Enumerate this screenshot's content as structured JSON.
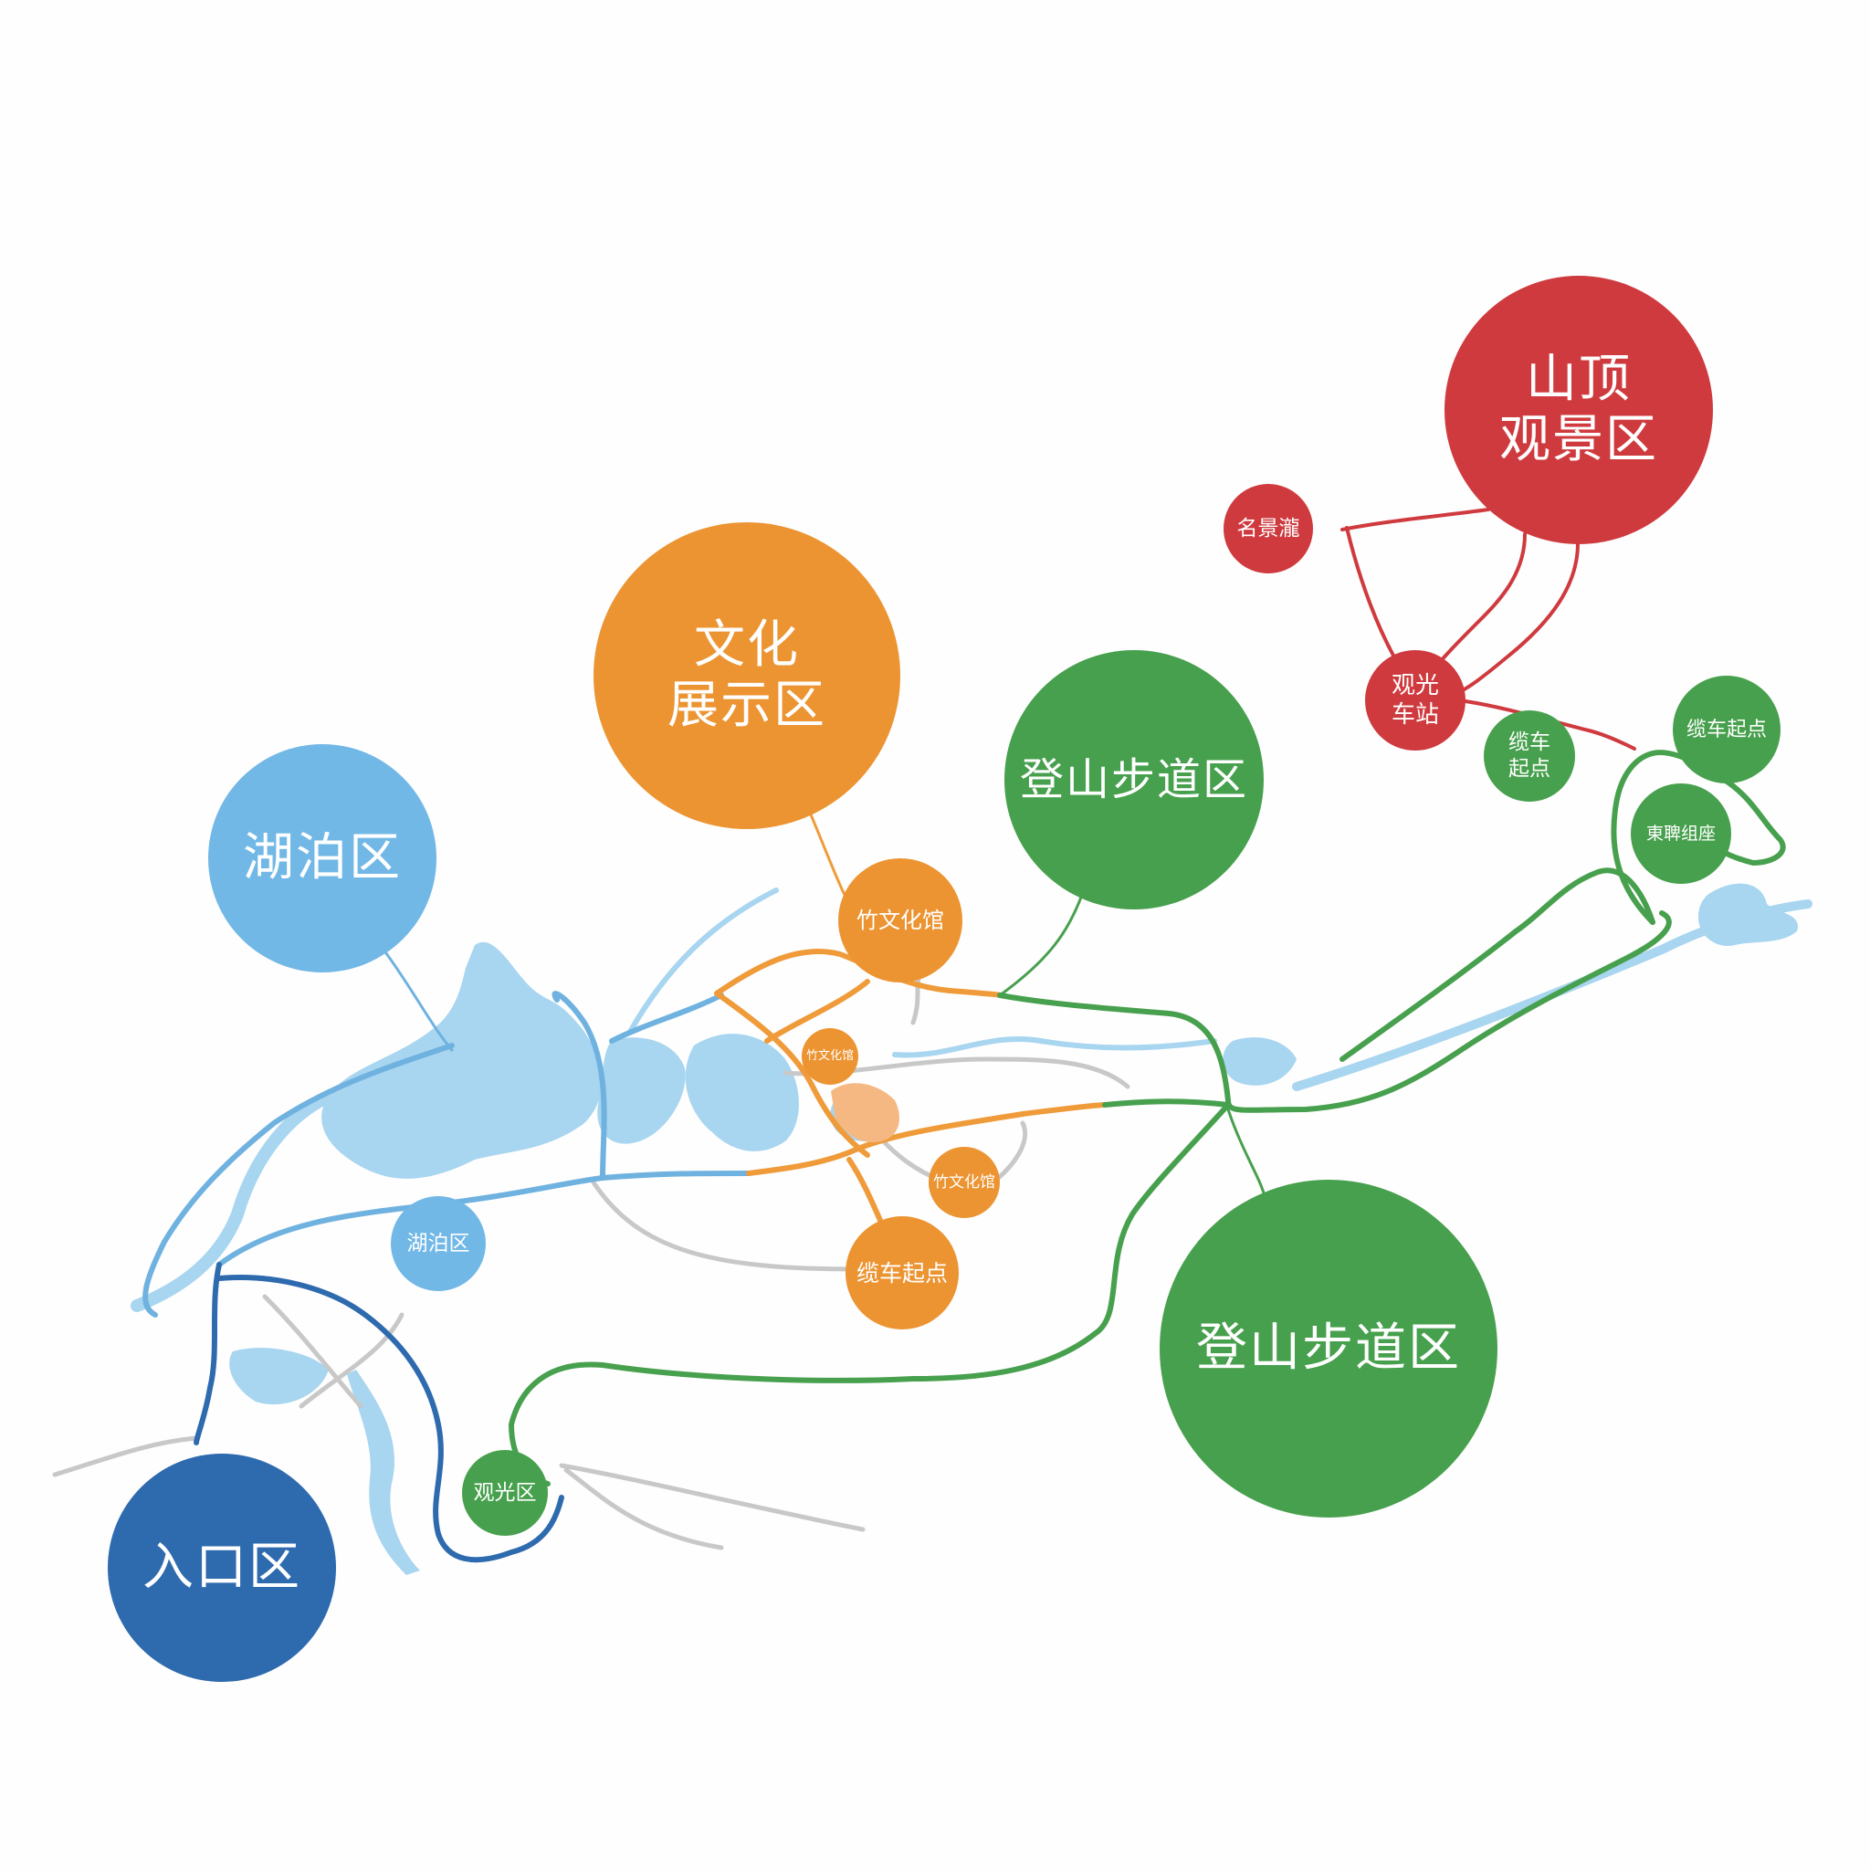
{
  "colors": {
    "lake": "#72b8e6",
    "entrance": "#2e6aae",
    "culture": "#ec9432",
    "hiking": "#47a04d",
    "summit": "#cf3a3e",
    "water": "#a8d5ef",
    "road": "#c8c8c8"
  },
  "zones": {
    "lake_major": "湖泊区",
    "entrance": "入口区",
    "culture": "文化\n展示区",
    "hiking_upper": "登山步道区",
    "hiking_lower": "登山步道区",
    "summit": "山顶\n观景区"
  },
  "nodes": {
    "lake_minor": "湖泊区",
    "sightseeing": "观光区",
    "bamboo_museum_1": "竹文化馆",
    "bamboo_museum_2": "竹文化馆",
    "bamboo_museum_3": "竹文化馆",
    "cableway_west": "缆车起点",
    "cableway_mid": "缆车\n起点",
    "cableway_east": "缆车起点",
    "observation_station": "观光\n车站",
    "famous_spot": "名景瀧",
    "east_group": "東聛组座"
  }
}
